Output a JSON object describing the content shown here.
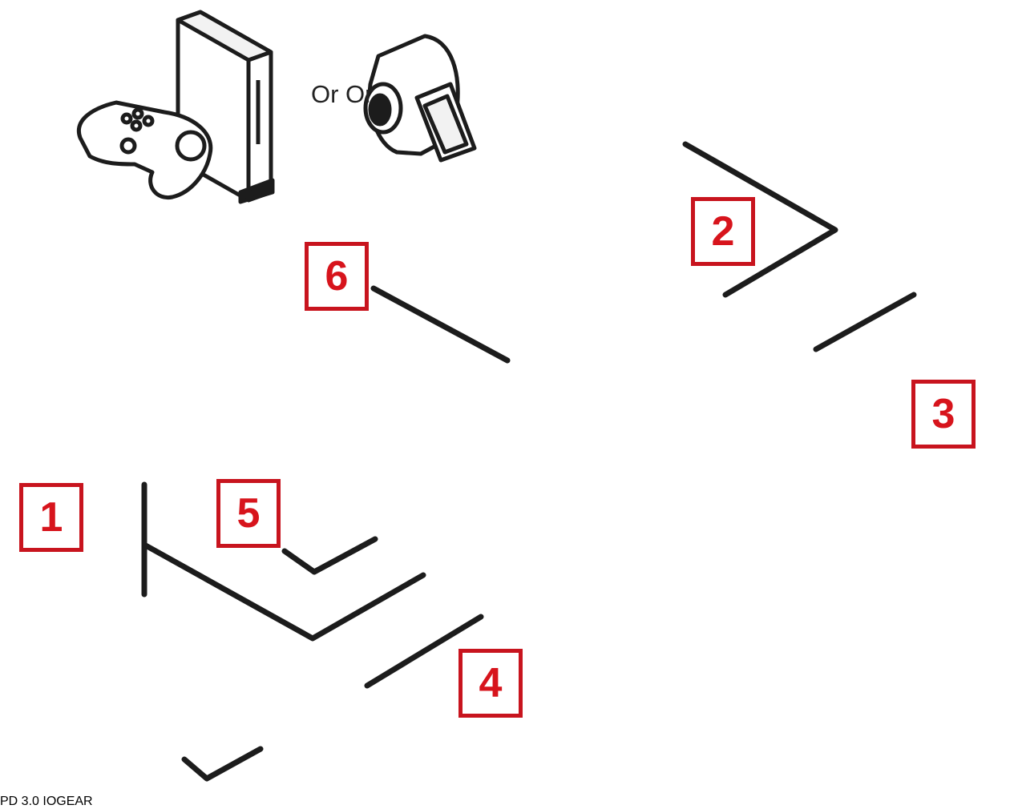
{
  "or_text": "Or Or",
  "brand_logo": "IOGEAR",
  "pd_label": "PD 3.0",
  "callouts": {
    "c1": "1",
    "c2": "2",
    "c3": "3",
    "c4": "4",
    "c5": "5",
    "c6": "6"
  },
  "devices": {
    "game_console": "game-console-icon",
    "camcorder": "camcorder-icon",
    "camera": "camera-icon",
    "monitor": "monitor-icon",
    "laptop": "laptop-icon",
    "phone": "smartphone-icon",
    "charger": "charger-icon",
    "hub": "usb-c-hub"
  },
  "colors": {
    "callout_red": "#c8141e",
    "line": "#1c1c1c"
  }
}
